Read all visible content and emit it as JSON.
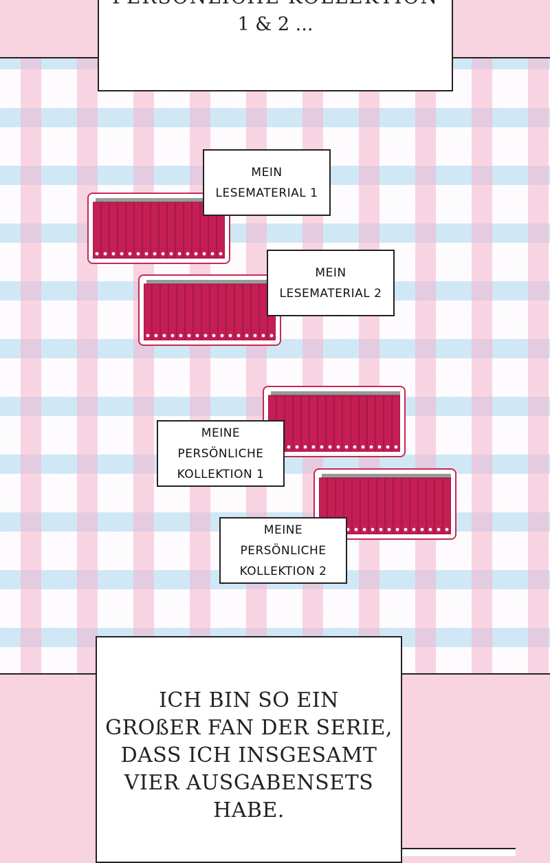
{
  "top_caption": {
    "line1": "PERSÖNLICHE KOLLEKTION",
    "line2": "1 & 2 ..."
  },
  "labels": [
    {
      "lines": [
        "MEIN",
        "LESEMATERIAL 1"
      ]
    },
    {
      "lines": [
        "MEIN",
        "LESEMATERIAL 2"
      ]
    },
    {
      "lines": [
        "MEINE",
        "PERSÖNLICHE",
        "KOLLEKTION 1"
      ]
    },
    {
      "lines": [
        "MEINE",
        "PERSÖNLICHE",
        "KOLLEKTION 2"
      ]
    }
  ],
  "bottom_caption": {
    "lines": [
      "ICH BIN SO EIN",
      "GROßER FAN DER SERIE,",
      "DASS ICH INSGESAMT",
      "VIER AUSGABENSETS",
      "HABE."
    ]
  },
  "book_color": "#c41e55",
  "book_spine_dark": "#8c1238",
  "book_top_color": "#9a9a9a",
  "shelves": [
    {
      "book_count": 16
    },
    {
      "book_count": 16
    },
    {
      "book_count": 16
    },
    {
      "book_count": 16
    }
  ]
}
